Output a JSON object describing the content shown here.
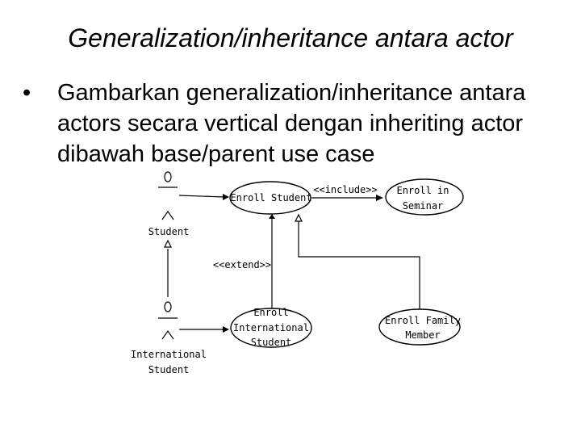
{
  "slide": {
    "title": "Generalization/inheritance antara actor",
    "bullet_symbol": "•",
    "bullet_text": "Gambarkan generalization/inheritance antara actors secara vertical dengan inheriting actor dibawah base/parent use case"
  },
  "diagram": {
    "actors": {
      "student": "Student",
      "international_student_line1": "International",
      "international_student_line2": "Student"
    },
    "use_cases": {
      "enroll_student": "Enroll Student",
      "enroll_in_seminar_line1": "Enroll in",
      "enroll_in_seminar_line2": "Seminar",
      "enroll_international_line1": "Enroll",
      "enroll_international_line2": "International",
      "enroll_international_line3": "Student",
      "enroll_family_line1": "Enroll Family",
      "enroll_family_line2": "Member"
    },
    "stereotypes": {
      "include": "<<include>>",
      "extend": "<<extend>>"
    }
  }
}
